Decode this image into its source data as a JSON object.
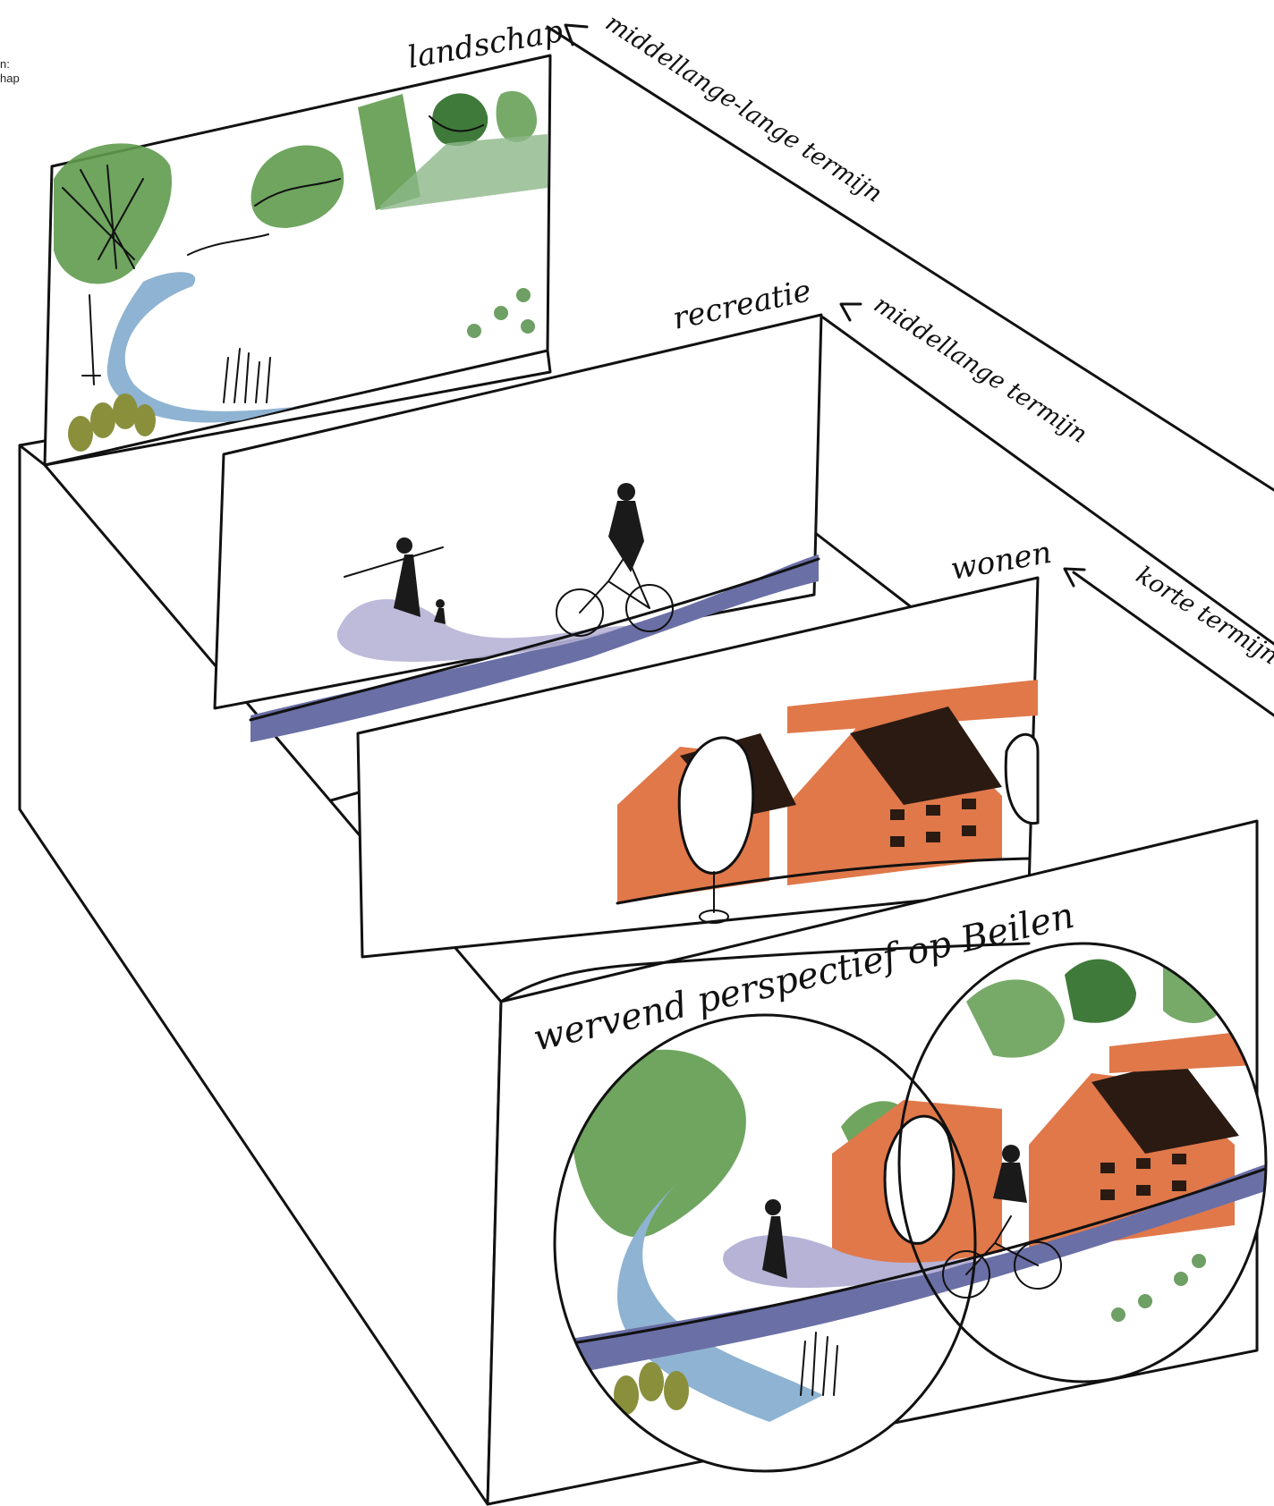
{
  "corner_note": {
    "line1": "n:",
    "line2": "hap"
  },
  "layers": {
    "landscape": {
      "label": "landschap",
      "term": "middellange-lange termijn"
    },
    "recreation": {
      "label": "recreatie",
      "term": "middellange termijn"
    },
    "housing": {
      "label": "wonen",
      "term": "korte termijn"
    }
  },
  "front_title": "wervend perspectief op Beilen",
  "colors": {
    "tree_green": "#5f9b4e",
    "dark_green": "#3f7a3a",
    "light_green": "#8cb88a",
    "water_blue": "#8fb3d2",
    "path_purple": "#6a6fa6",
    "path_lilac": "#b7b3d6",
    "roof_dark": "#2a1a12",
    "house_orange": "#e0784a",
    "house_light": "#f2b08e",
    "olive": "#8a8f3c",
    "ink": "#111111"
  },
  "icons": [
    "trees-icon",
    "river-icon",
    "reeds-icon",
    "flowers-icon",
    "walker-with-child-icon",
    "cyclist-icon",
    "house-icon",
    "binoculars-icon",
    "arrow-icon"
  ]
}
